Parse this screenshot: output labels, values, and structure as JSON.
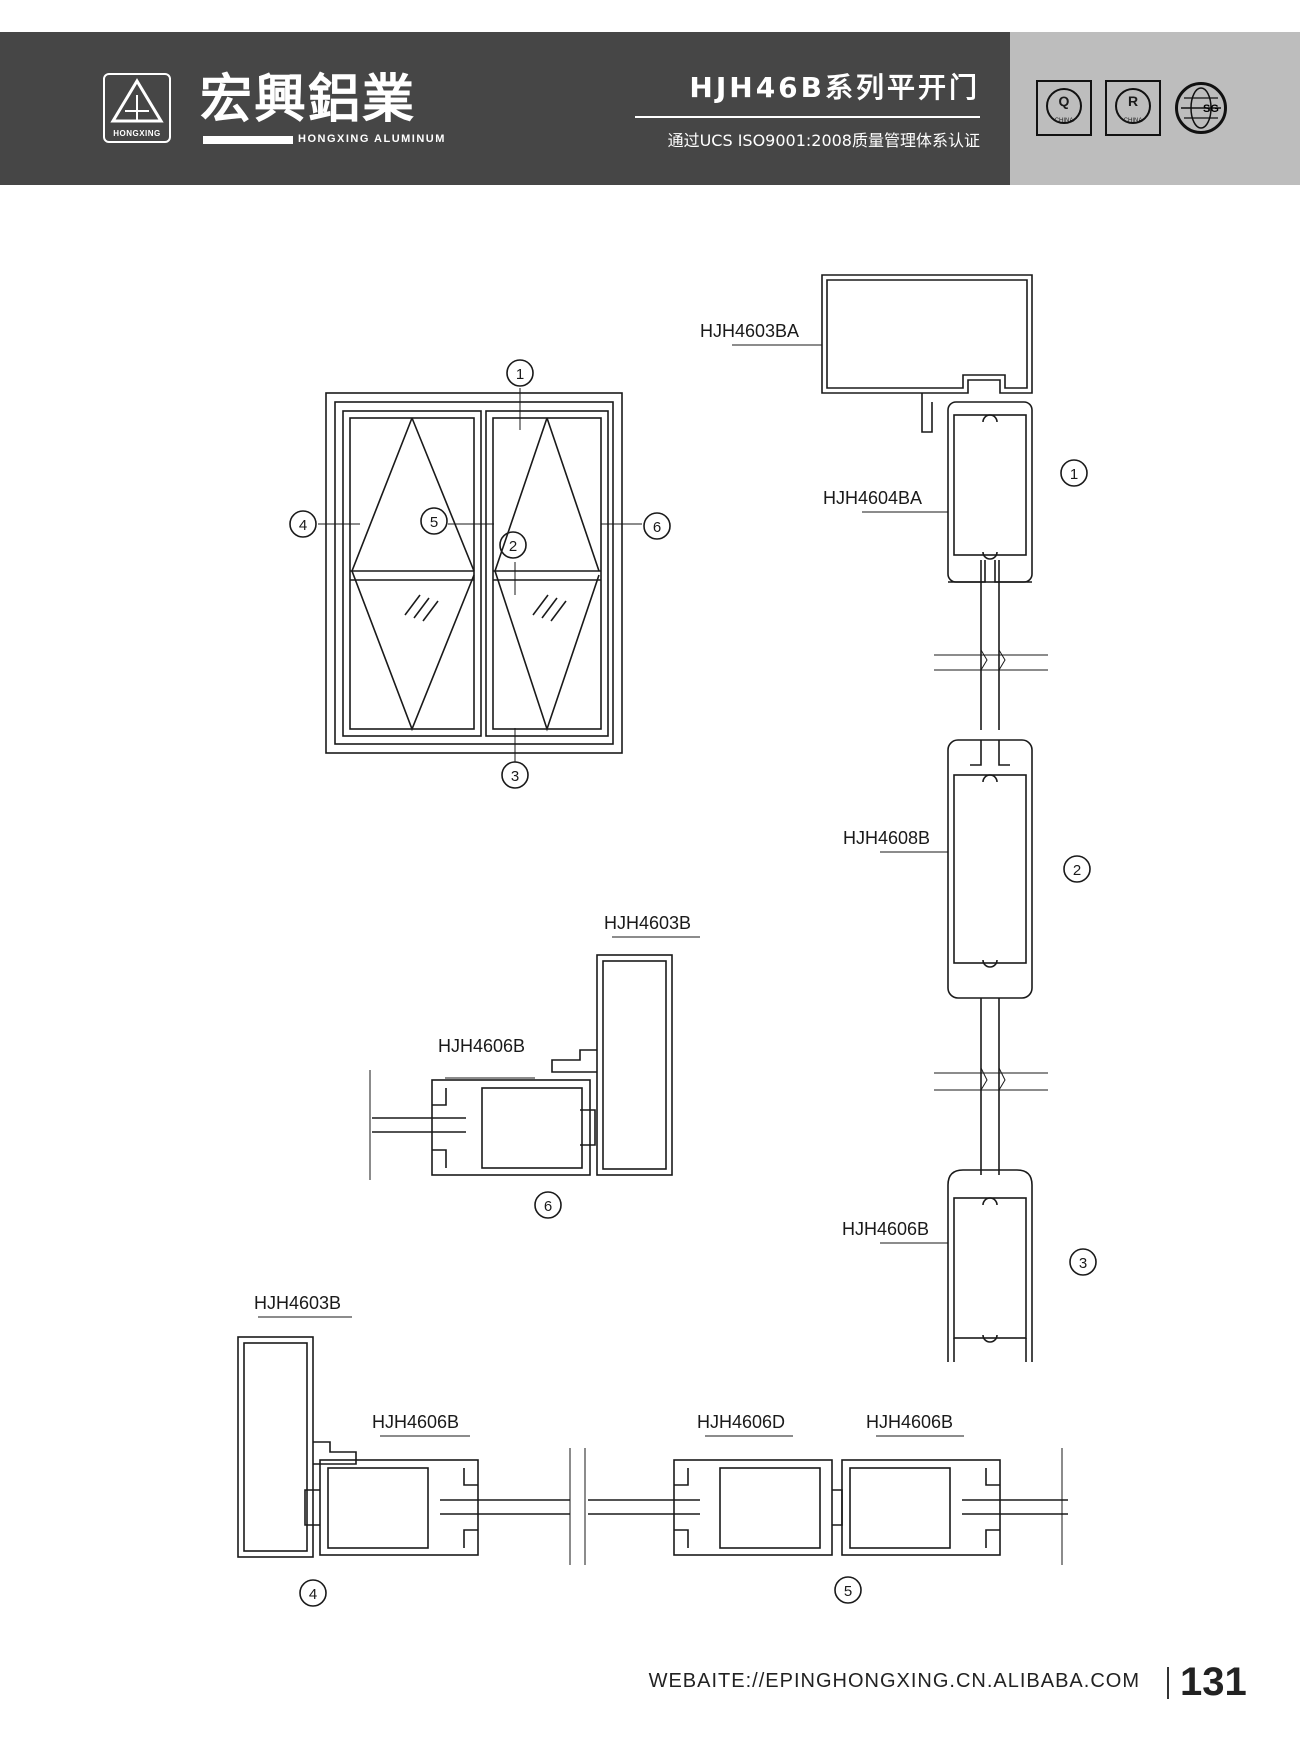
{
  "header": {
    "brand_cn": "宏興鋁業",
    "brand_en": "HONGXING ALUMINUM",
    "logo_sub": "HONGXING",
    "series_title": "HJH46B系列平开门",
    "cert_text": "通过UCS ISO9001:2008质量管理体系认证",
    "badges": [
      {
        "letter": "Q",
        "caption": "CHINA"
      },
      {
        "letter": "R",
        "caption": "CHINA"
      }
    ],
    "globe_label": "SG"
  },
  "elevation_callouts": [
    "1",
    "2",
    "3",
    "4",
    "5",
    "6"
  ],
  "section_1": {
    "callout": "1",
    "profiles": [
      "HJH4603BA",
      "HJH4604BA"
    ]
  },
  "section_2": {
    "callout": "2",
    "profiles": [
      "HJH4608B"
    ]
  },
  "section_3": {
    "callout": "3",
    "profiles": [
      "HJH4606B"
    ]
  },
  "section_6": {
    "callout": "6",
    "profiles": [
      "HJH4603B",
      "HJH4606B"
    ]
  },
  "section_4": {
    "callout": "4",
    "profiles": [
      "HJH4603B",
      "HJH4606B"
    ]
  },
  "section_5": {
    "callout": "5",
    "profiles": [
      "HJH4606D",
      "HJH4606B"
    ]
  },
  "footer": {
    "url": "WEBAITE://EPINGHONGXING.CN.ALIBABA.COM",
    "page": "131"
  },
  "colors": {
    "header_dark": "#464646",
    "header_light": "#bdbdbd",
    "line": "#1a1a1a"
  }
}
